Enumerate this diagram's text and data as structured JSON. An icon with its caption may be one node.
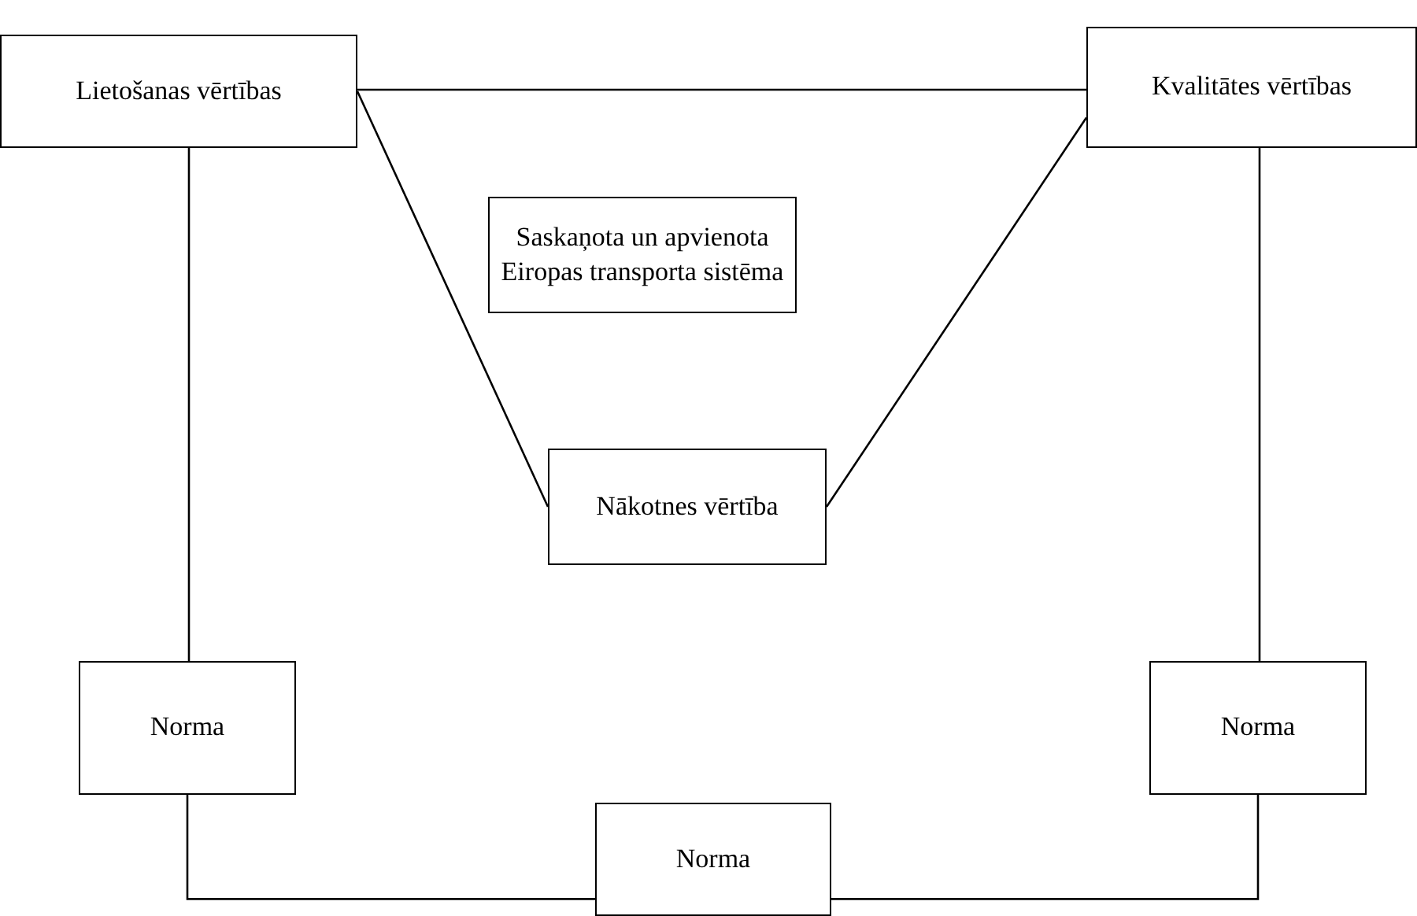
{
  "diagram": {
    "nodes": [
      {
        "text": [
          "Lietošanas vērtības"
        ]
      },
      {
        "text": [
          "Kvalitātes vērtības"
        ]
      },
      {
        "text": [
          "Saskaņota un apvienota Eiropas transporta sistēma"
        ]
      },
      {
        "text": [
          "Nākotnes vērtība"
        ]
      },
      {
        "text": [
          "Norma"
        ]
      },
      {
        "text": [
          "Norma"
        ]
      },
      {
        "text": [
          "Norma"
        ]
      }
    ],
    "edges": [
      {
        "from": 0,
        "to": 1,
        "arrow": "none"
      },
      {
        "from": 0,
        "to": 3,
        "arrow": "none"
      },
      {
        "from": 1,
        "to": 3,
        "arrow": "none"
      },
      {
        "from": 0,
        "to": 4,
        "arrow": "none"
      },
      {
        "from": 1,
        "to": 5,
        "arrow": "none"
      },
      {
        "from": 4,
        "to": 6,
        "arrow": "none"
      },
      {
        "from": 5,
        "to": 6,
        "arrow": "none"
      }
    ]
  }
}
